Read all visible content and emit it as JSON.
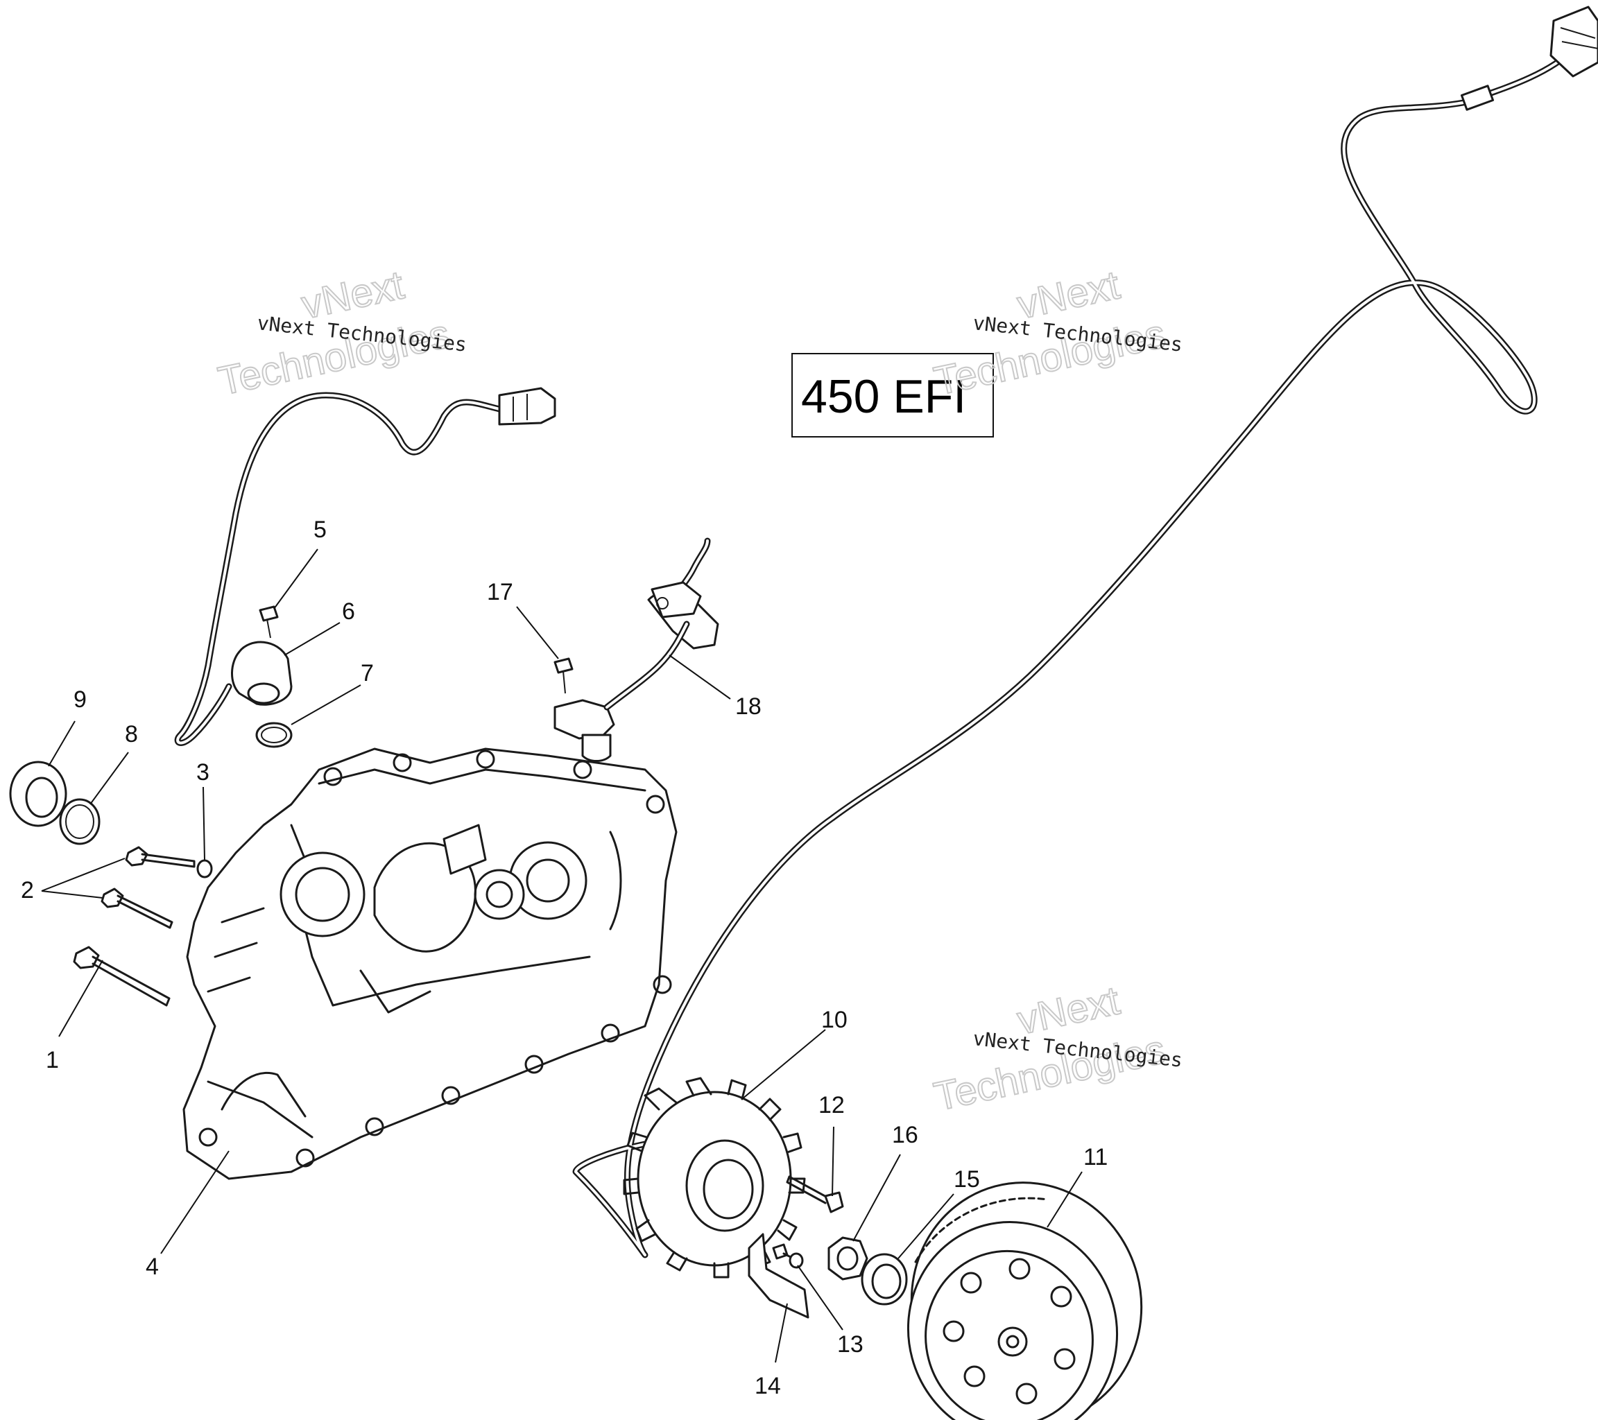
{
  "diagram": {
    "title": "450 EFI",
    "watermark": {
      "line1": "vNext Technologies",
      "line2": "vNext",
      "line3": "Technologies"
    },
    "callouts": [
      "1",
      "2",
      "3",
      "4",
      "5",
      "6",
      "7",
      "8",
      "9",
      "10",
      "11",
      "12",
      "13",
      "14",
      "15",
      "16",
      "17",
      "18"
    ]
  }
}
